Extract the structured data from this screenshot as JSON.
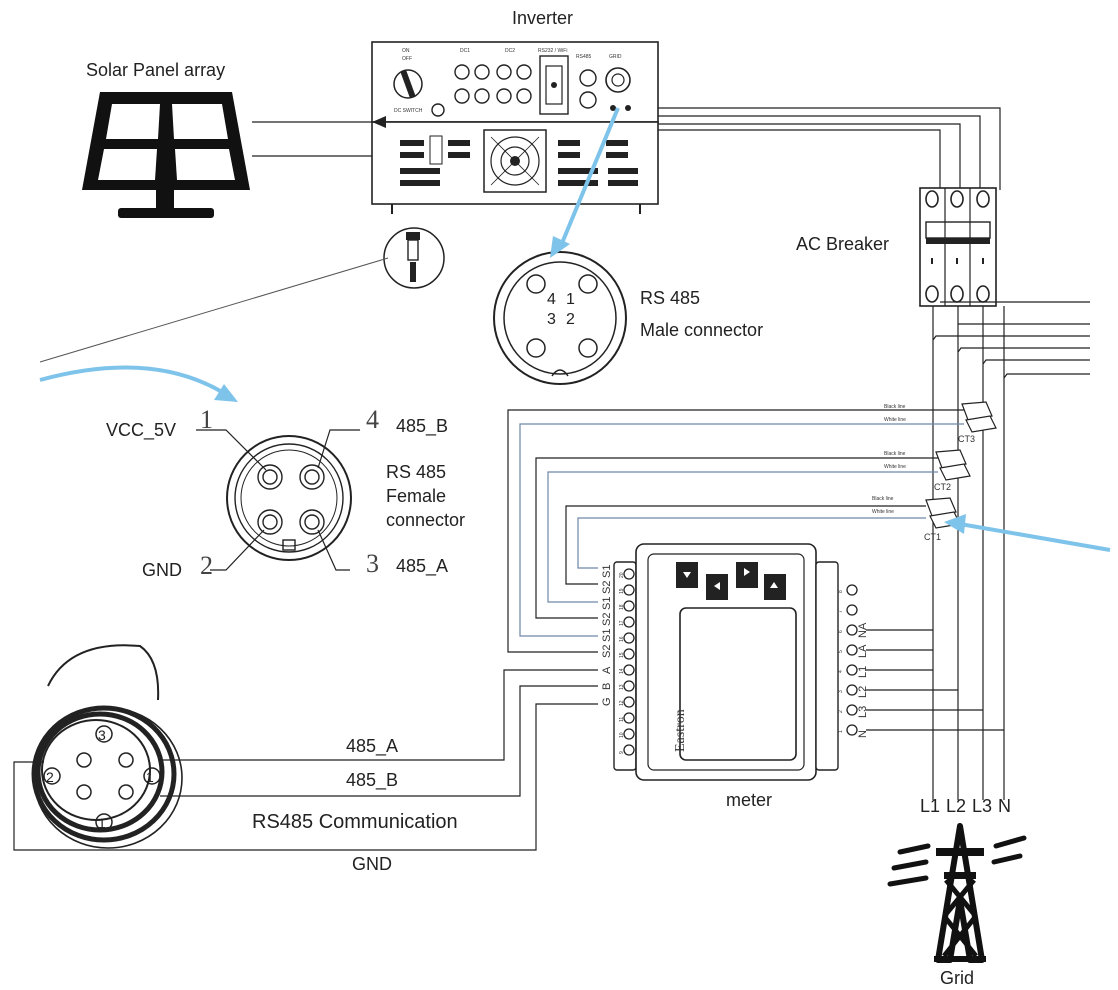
{
  "diagram": {
    "title": "Inverter",
    "solar_panel": {
      "label": "Solar Panel array"
    },
    "inverter": {
      "label": "Inverter",
      "switch_on": "ON",
      "switch_off": "OFF",
      "dc_switch": "DC SWITCH",
      "dc1": "DC1",
      "dc2": "DC2",
      "rs485_port": "RS485",
      "grid_port": "GRID",
      "wifi_port": "RS232 / WiFi"
    },
    "ac_breaker": {
      "label": "AC Breaker"
    },
    "male_connector": {
      "label_line1": "RS 485",
      "label_line2": "Male connector",
      "pins": [
        "4",
        "1",
        "3",
        "2"
      ]
    },
    "female_connector": {
      "label_line1": "RS 485",
      "label_line2": "Female",
      "label_line3": "connector",
      "pin1_num": "1",
      "pin1_name": "VCC_5V",
      "pin4_num": "4",
      "pin4_name": "485_B",
      "pin2_num": "2",
      "pin2_name": "GND",
      "pin3_num": "3",
      "pin3_name": "485_A"
    },
    "cts": [
      {
        "name": "CT3",
        "black": "Black line",
        "white": "White line"
      },
      {
        "name": "CT2",
        "black": "Black line",
        "white": "White line"
      },
      {
        "name": "CT1",
        "black": "Black line",
        "white": "White line"
      }
    ],
    "meter": {
      "label": "meter",
      "brand": "Eastron",
      "left_terminals": [
        "S1",
        "S2",
        "S1",
        "S2",
        "S1",
        "S2",
        "A",
        "B",
        "G"
      ],
      "left_numbers": [
        "20",
        "19",
        "18",
        "17",
        "16",
        "15",
        "14",
        "13",
        "12",
        "11",
        "10",
        "9"
      ],
      "right_terminals": [
        "NA",
        "LA",
        "L1",
        "L2",
        "L3",
        "N"
      ],
      "right_numbers": [
        "8",
        "7",
        "6",
        "5",
        "4",
        "3",
        "2",
        "1"
      ]
    },
    "comm_connector": {
      "pins": [
        "3",
        "2",
        "1",
        "1"
      ],
      "wire_a": "485_A",
      "wire_b": "485_B",
      "caption": "RS485 Communication",
      "wire_gnd": "GND"
    },
    "grid": {
      "label": "Grid",
      "lines": [
        "L1",
        "L2",
        "L3",
        "N"
      ]
    },
    "colors": {
      "line": "#222222",
      "blue_wire": "#6f86a8",
      "arrow": "#7ec3ea"
    },
    "icons": [
      "solar-panel-icon",
      "inverter-icon",
      "breaker-icon",
      "connector-icon",
      "ct-clamp-icon",
      "meter-icon",
      "grid-tower-icon",
      "arrow-icon"
    ]
  }
}
